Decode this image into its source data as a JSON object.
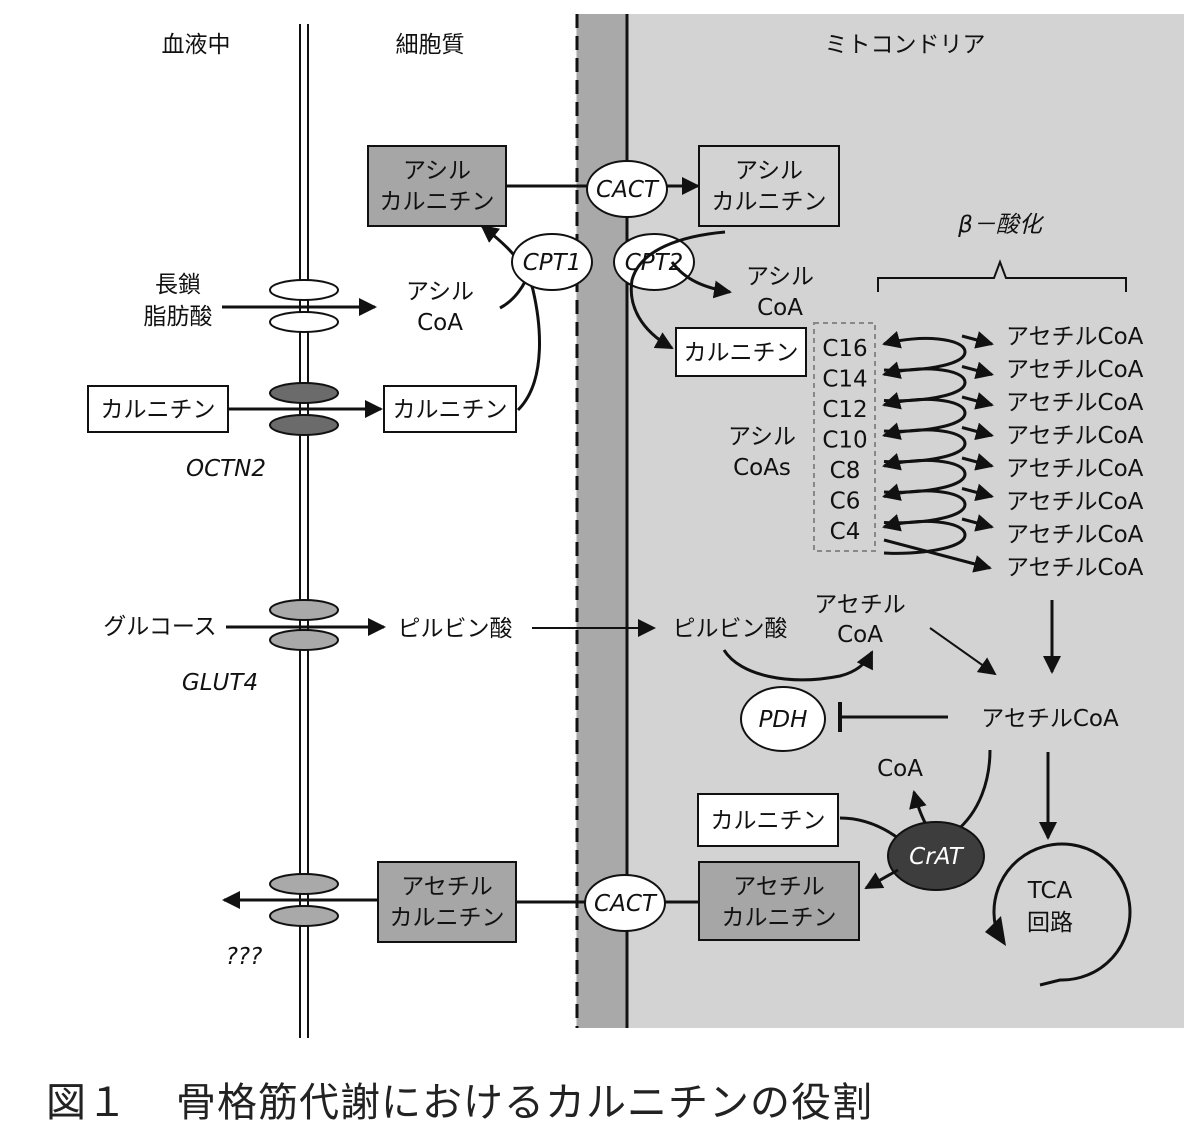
{
  "colors": {
    "mito_fill": "#d3d3d3",
    "membrane_fill": "#a9a9a9",
    "box_gray": "#a6a6a6",
    "ellipse_dark": "#6b6b6b",
    "ellipse_mid": "#a9a9a9",
    "crat_fill": "#3d3d3d",
    "line": "#111111"
  },
  "regions": {
    "blood": "血液中",
    "cytoplasm": "細胞質",
    "mitochondria": "ミトコンドリア"
  },
  "blood": {
    "lcfa_1": "長鎖",
    "lcfa_2": "脂肪酸",
    "carnitine": "カルニチン",
    "octn2": "OCTN2",
    "glucose": "グルコース",
    "glut4": "GLUT4",
    "unknown": "???"
  },
  "cytoplasm": {
    "acylcarnitine_1": "アシル",
    "acylcarnitine_2": "カルニチン",
    "acylcoa_1": "アシル",
    "acylcoa_2": "CoA",
    "carnitine": "カルニチン",
    "pyruvate": "ピルビン酸",
    "acetylcarnitine_1": "アセチル",
    "acetylcarnitine_2": "カルニチン"
  },
  "enzymes": {
    "cact_top": "CACT",
    "cpt1": "CPT1",
    "cpt2": "CPT2",
    "pdh": "PDH",
    "crat": "CrAT",
    "cact_bottom": "CACT"
  },
  "mito": {
    "acylcarnitine_1": "アシル",
    "acylcarnitine_2": "カルニチン",
    "beta_oxidation": "β－酸化",
    "acylcoa_1": "アシル",
    "acylcoa_2": "CoA",
    "carnitine": "カルニチン",
    "acyl_coas_1": "アシル",
    "acyl_coas_2": "CoAs",
    "chain_lengths": [
      "C16",
      "C14",
      "C12",
      "C10",
      "C8",
      "C6",
      "C4"
    ],
    "acetyl_coa_list": [
      "アセチルCoA",
      "アセチルCoA",
      "アセチルCoA",
      "アセチルCoA",
      "アセチルCoA",
      "アセチルCoA",
      "アセチルCoA",
      "アセチルCoA"
    ],
    "pyruvate": "ピルビン酸",
    "acetylcoa_pdh_1": "アセチル",
    "acetylcoa_pdh_2": "CoA",
    "acetylcoa_main": "アセチルCoA",
    "coa": "CoA",
    "carnitine_2": "カルニチン",
    "acetylcarnitine_1": "アセチル",
    "acetylcarnitine_2": "カルニチン",
    "tca_1": "TCA",
    "tca_2": "回路"
  },
  "caption": {
    "fig_no": "図１",
    "title": "骨格筋代謝におけるカルニチンの役割"
  }
}
